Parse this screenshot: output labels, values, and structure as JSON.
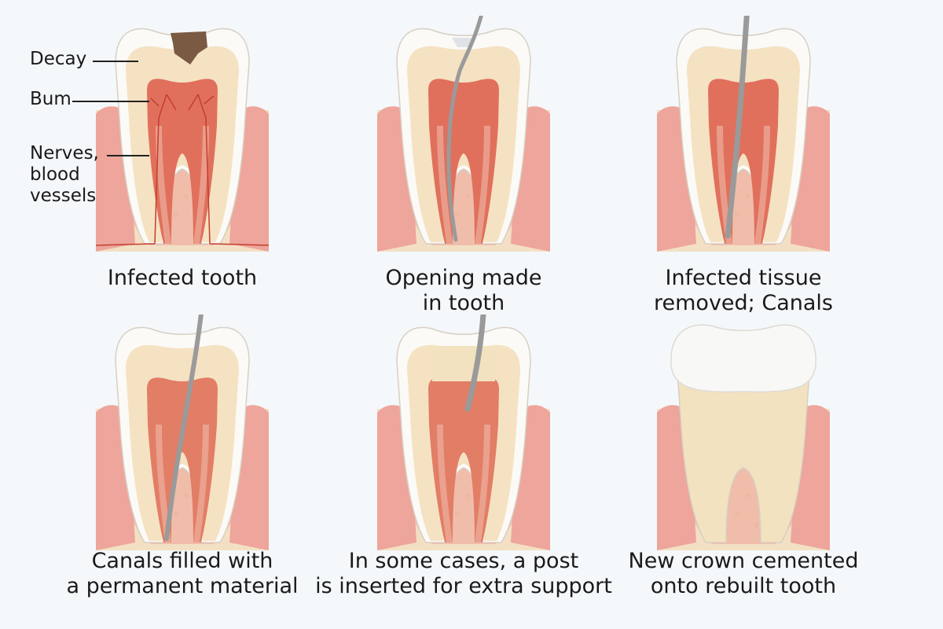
{
  "title": "Root canal procedure steps",
  "colors": {
    "background": "#f4f8fa",
    "enamel": "#fbfaf7",
    "dentin": "#f5e2c2",
    "pulp": "#e0705c",
    "gum": "#eea59b",
    "bone": "#f3e0c4",
    "decay": "#7a5a42",
    "instrument": "#9a9a9a",
    "crown": "#f8f8f6"
  },
  "labels": [
    "Decay",
    "Bum",
    "Nerves,\nblood\nvessels"
  ],
  "panels": [
    {
      "caption": [
        "Infected tooth"
      ],
      "variant": "infected"
    },
    {
      "caption": [
        "Opening made",
        "in tooth"
      ],
      "variant": "opening"
    },
    {
      "caption": [
        "Infected tissue",
        "removed; Canals"
      ],
      "variant": "removed"
    },
    {
      "caption": [
        "Canals filled with",
        "a permanent material"
      ],
      "variant": "filled"
    },
    {
      "caption": [
        "In some cases, a post",
        "is inserted for extra support"
      ],
      "variant": "post"
    },
    {
      "caption": [
        "New crown cemented",
        "onto rebuilt tooth"
      ],
      "variant": "crown"
    }
  ]
}
